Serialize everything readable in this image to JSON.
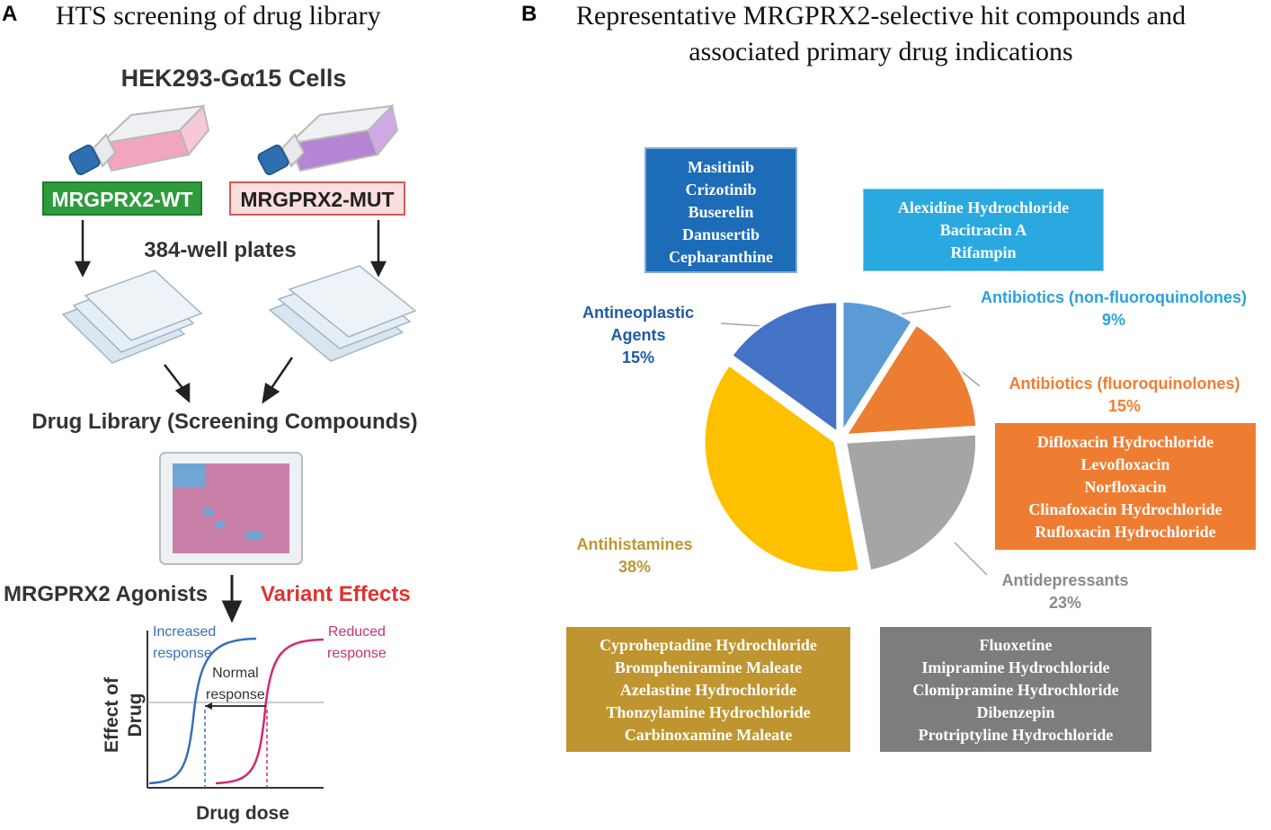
{
  "panel_a": {
    "letter": "A",
    "title": "HTS screening of drug library",
    "cells_title": "HEK293-Gα15 Cells",
    "wt_label": "MRGPRX2-WT",
    "mut_label": "MRGPRX2-MUT",
    "plates_label": "384-well plates",
    "library_label": "Drug Library (Screening Compounds)",
    "agonists_label": "MRGPRX2 Agonists",
    "variant_label": "Variant Effects",
    "increased_l1": "Increased",
    "increased_l2": "response",
    "reduced_l1": "Reduced",
    "reduced_l2": "response",
    "normal_l1": "Normal",
    "normal_l2": "response",
    "x_axis_label": "Drug dose",
    "y_axis_l1": "Effect of",
    "y_axis_l2": "Drug",
    "colors": {
      "wt": "#2e9b3d",
      "mut_fill": "#fbdede",
      "mut_border": "#d05b5b",
      "variant": "#e0332f",
      "increased": "#3a6fb8",
      "reduced": "#c8326e"
    }
  },
  "panel_b": {
    "letter": "B",
    "title_line1": "Representative MRGPRX2-selective hit compounds and",
    "title_line2": "associated primary drug indications",
    "boxes": {
      "antineoplastic": [
        "Masitinib",
        "Crizotinib",
        "Buserelin",
        "Danusertib",
        "Cepharanthine"
      ],
      "antibiotics_nonfq": [
        "Alexidine Hydrochloride",
        "Bacitracin A",
        "Rifampin"
      ],
      "antibiotics_fq": [
        "Difloxacin Hydrochloride",
        "Levofloxacin",
        "Norfloxacin",
        "Clinafoxacin Hydrochloride",
        "Rufloxacin Hydrochloride"
      ],
      "antihistamines": [
        "Cyproheptadine Hydrochloride",
        "Brompheniramine Maleate",
        "Azelastine Hydrochloride",
        "Thonzylamine Hydrochloride",
        "Carbinoxamine Maleate"
      ],
      "antidepressants": [
        "Fluoxetine",
        "Imipramine Hydrochloride",
        "Clomipramine Hydrochloride",
        "Dibenzepin",
        "Protriptyline Hydrochloride"
      ]
    },
    "labels": {
      "antineoplastic_l1": "Antineoplastic",
      "antineoplastic_l2": "Agents",
      "antineoplastic_pct": "15%",
      "nonfq": "Antibiotics (non-fluoroquinolones)",
      "nonfq_pct": "9%",
      "fq": "Antibiotics (fluoroquinolones)",
      "fq_pct": "15%",
      "antidep": "Antidepressants",
      "antidep_pct": "23%",
      "antihist": "Antihistamines",
      "antihist_pct": "38%"
    }
  },
  "chart_data": {
    "type": "pie",
    "categories": [
      "Antibiotics (non-fluoroquinolones)",
      "Antibiotics (fluoroquinolones)",
      "Antidepressants",
      "Antihistamines",
      "Antineoplastic Agents"
    ],
    "values": [
      9,
      15,
      23,
      38,
      15
    ],
    "unit": "%",
    "colors": [
      "#5b9bd5",
      "#ed7d31",
      "#a5a5a5",
      "#ffc000",
      "#4472c4"
    ],
    "exploded": true,
    "start": "12 o'clock, clockwise"
  }
}
